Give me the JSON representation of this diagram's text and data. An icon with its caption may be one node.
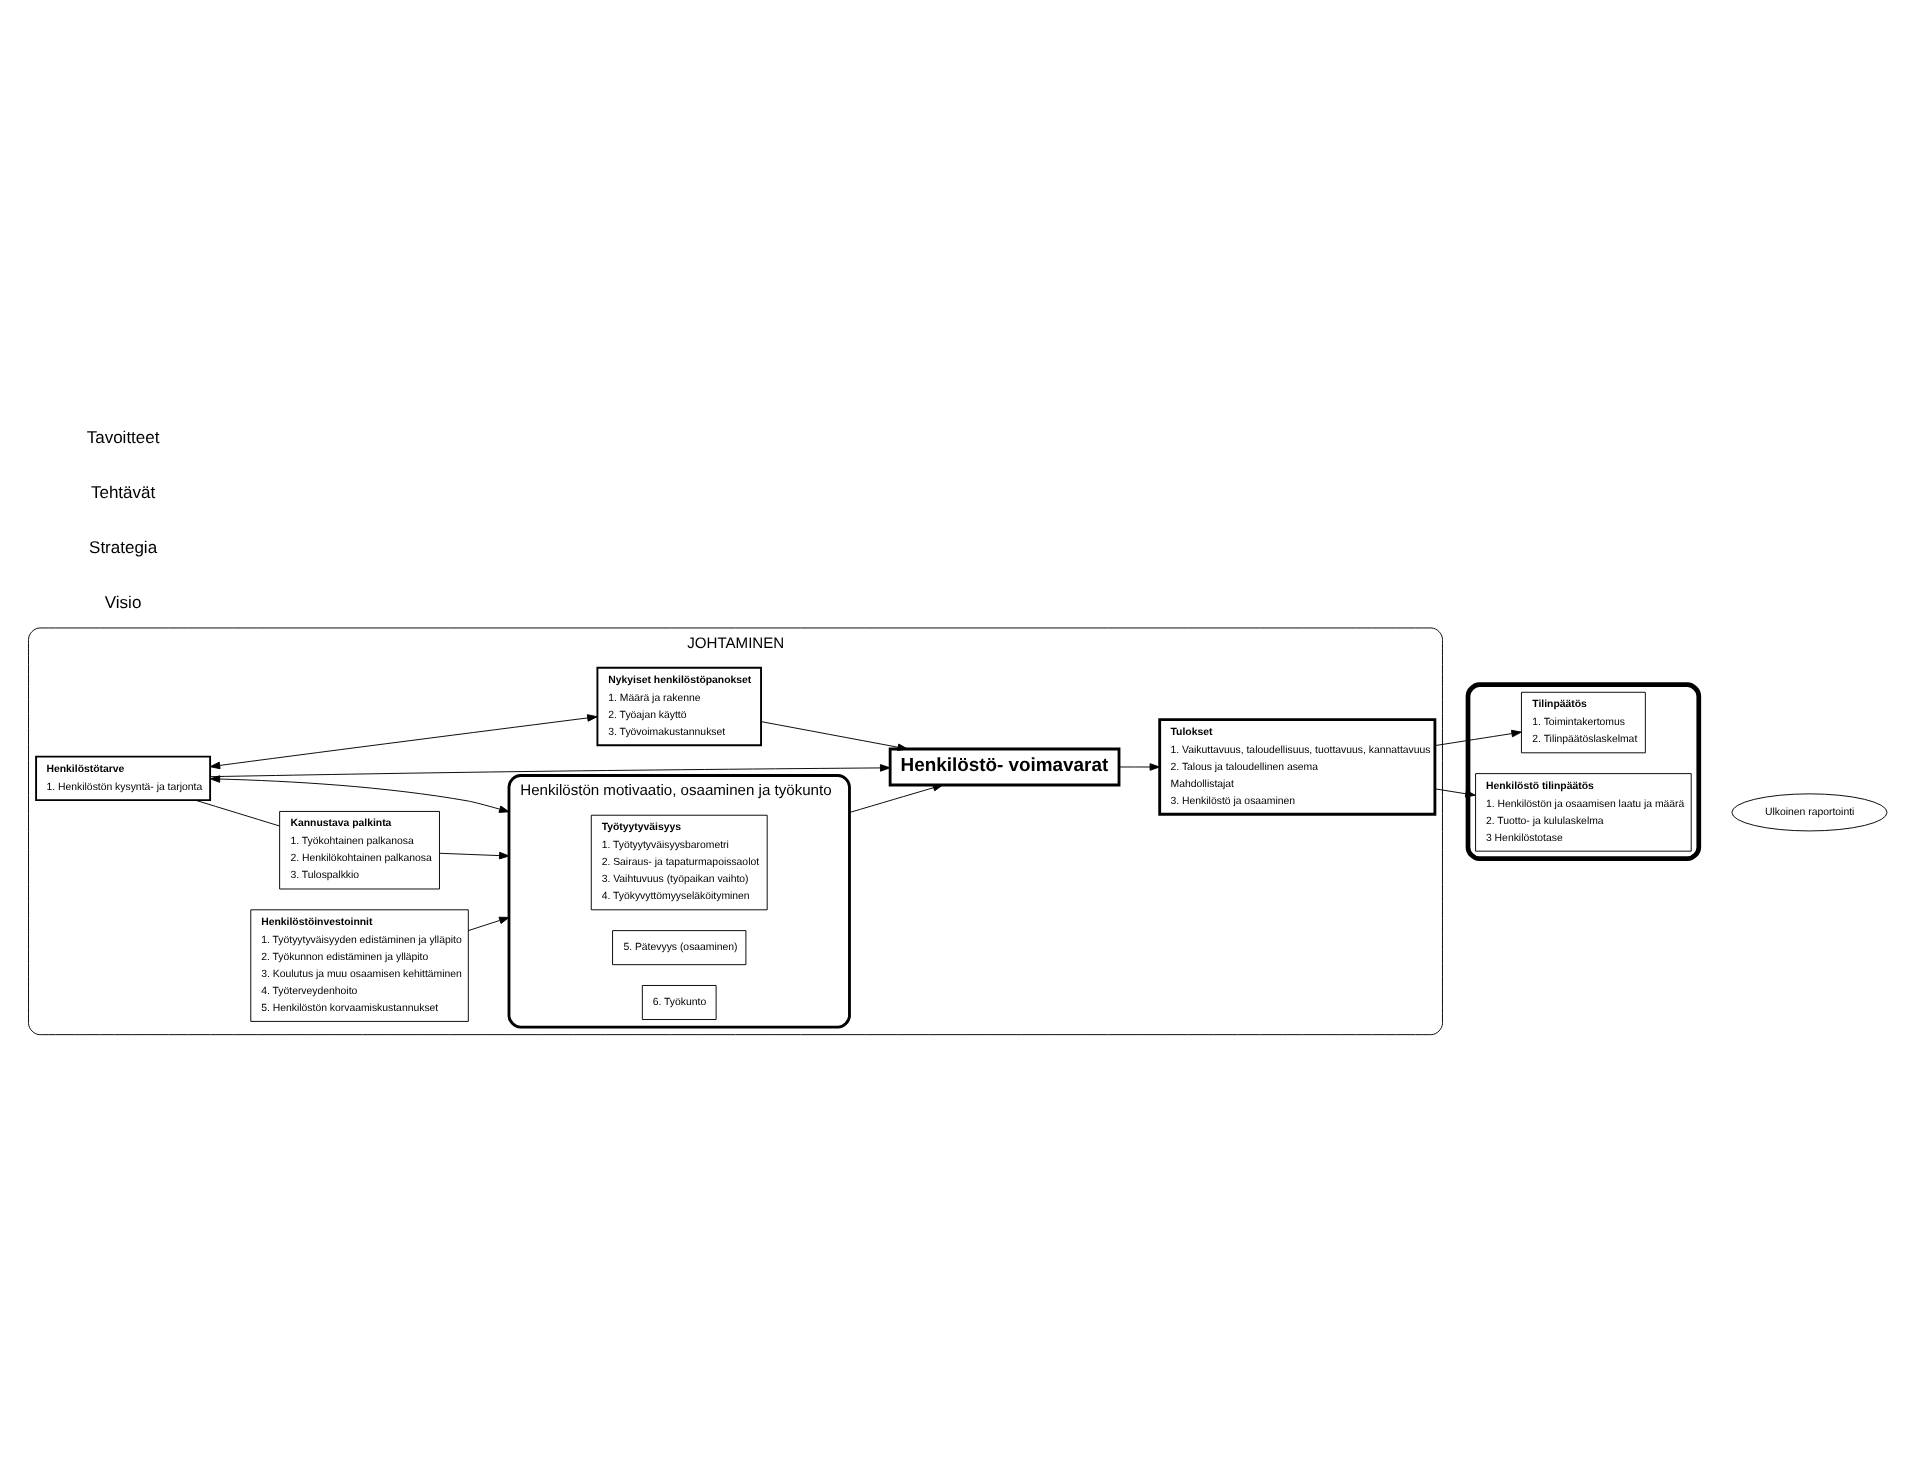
{
  "diagram": {
    "nodes": [
      {
        "text": [
          "JOHTAMINEN"
        ]
      },
      {
        "text": [
          "Henkilöstötarve",
          "1. Henkilöstön kysyntä- ja tarjonta"
        ],
        "in": 0
      },
      {
        "text": [
          "Nykyiset henkilöstöpanokset",
          "1. Määrä ja rakenne",
          "2. Työajan käyttö",
          "3. Työvoimakustannukset"
        ],
        "in": 0
      },
      {
        "text": [
          "Kannustava palkinta",
          "1. Työkohtainen palkanosa",
          "2. Henkilökohtainen palkanosa",
          "3. Tulospalkkio"
        ],
        "in": 0
      },
      {
        "text": [
          "Henkilöstö- voimavarat"
        ],
        "in": 0
      },
      {
        "text": [
          "Tulokset",
          "1. Vaikuttavuus, taloudellisuus, tuottavuus, kannattavuus",
          "2. Talous ja taloudellinen asema",
          "Mahdollistajat",
          "3. Henkilöstö ja osaaminen"
        ],
        "in": 0
      },
      {
        "text": [
          "Henkilöstön motivaatio, osaaminen ja työkunto"
        ],
        "in": 0
      },
      {
        "text": [
          "Työtyytyväisyys",
          "1. Työtyytyväisyysbarometri",
          "2. Sairaus- ja tapaturmapoissaolot",
          "3. Vaihtuvuus (työpaikan vaihto)",
          "4. Työkyvyttömyyseläköityminen"
        ],
        "in": 6
      },
      {
        "text": [
          "5. Pätevyys (osaaminen)"
        ],
        "in": 6
      },
      {
        "text": [
          "6. Työkunto"
        ],
        "in": 6
      },
      {
        "text": [
          "Henkilöstöinvestoinnit",
          "1. Työtyytyväisyyden edistäminen ja ylläpito",
          "2. Työkunnon edistäminen ja ylläpito",
          "3. Koulutus ja muu osaamisen kehittäminen",
          "4. Työterveydenhoito",
          "5. Henkilöstön korvaamiskustannukset"
        ],
        "in": 0
      },
      {
        "text": [],
        "shape": "ellipse"
      },
      {
        "text": [
          "Tilinpäätös",
          "1. Toimintakertomus",
          "2. Tilinpäätöslaskelmat"
        ],
        "in": 11
      },
      {
        "text": [
          "Henkilöstö tilinpäätös",
          "1. Henkilöstön ja osaamisen laatu ja määrä",
          "2. Tuotto- ja kululaskelma",
          "3 Henkilöstotase"
        ],
        "in": 11
      },
      {
        "text": [
          "Ulkoinen raportointi"
        ]
      }
    ],
    "edges": [
      {
        "from": 1,
        "to": 4,
        "arrow": "to"
      },
      {
        "from": 2,
        "to": 4,
        "arrow": "to"
      },
      {
        "from": 6,
        "to": 4,
        "arrow": "to"
      },
      {
        "from": 4,
        "to": 5,
        "arrow": "to"
      },
      {
        "from": 5,
        "to": 12,
        "arrow": "to"
      },
      {
        "from": 5,
        "to": 13,
        "arrow": "to"
      },
      {
        "from": 10,
        "to": 6,
        "arrow": "to"
      },
      {
        "from": 1,
        "to": 2,
        "arrow": "both"
      },
      {
        "from": 1,
        "to": 6,
        "arrow": "both"
      },
      {
        "from": 3,
        "to": 6,
        "arrow": "to"
      },
      {
        "from": 1,
        "to": 3,
        "arrow": "none"
      }
    ],
    "labels": [
      "Visio",
      "Strategia",
      "Tehtävät",
      "Tavoitteet"
    ]
  }
}
